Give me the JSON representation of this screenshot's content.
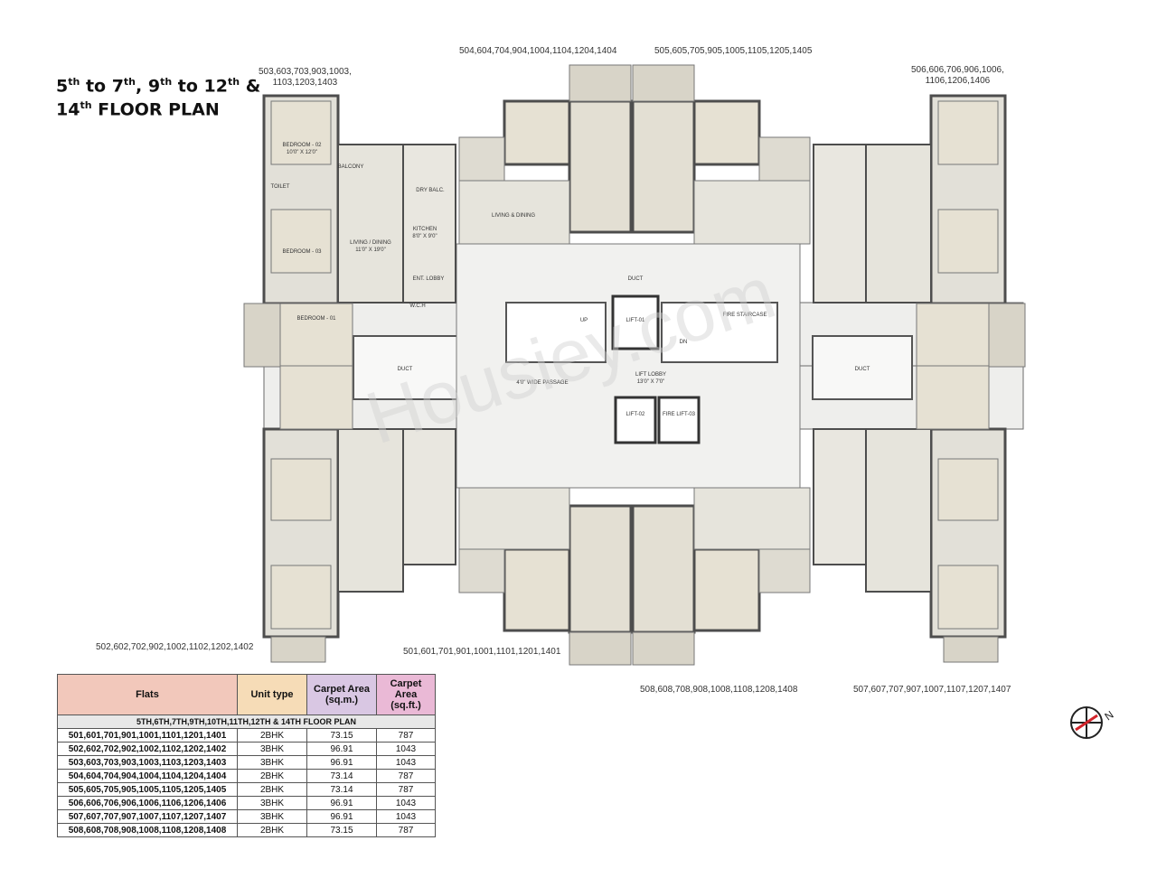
{
  "title": {
    "line1_a": "5",
    "sup1": "th",
    "line1_b": " to 7",
    "sup2": "th",
    "line1_c": ", 9",
    "sup3": "th",
    "line1_d": " to 12",
    "sup4": "th",
    "line1_e": " &",
    "line2_a": "14",
    "sup5": "th",
    "line2_b": " FLOOR PLAN"
  },
  "unit_labels": {
    "u503_l1": "503,603,703,903,1003,",
    "u503_l2": "1103,1203,1403",
    "u504": "504,604,704,904,1004,1104,1204,1404",
    "u505": "505,605,705,905,1005,1105,1205,1405",
    "u506_l1": "506,606,706,906,1006,",
    "u506_l2": "1106,1206,1406",
    "u502": "502,602,702,902,1002,1102,1202,1402",
    "u501": "501,601,701,901,1001,1101,1201,1401",
    "u508": "508,608,708,908,1008,1108,1208,1408",
    "u507": "507,607,707,907,1007,1107,1207,1407"
  },
  "rooms": {
    "bedroom_02": "BEDROOM - 02",
    "bedroom_01": "BEDROOM - 01",
    "bedroom_03": "BEDROOM - 03",
    "balcony": "BALCONY",
    "toilet": "TOILET",
    "kitchen": "KITCHEN",
    "living_dining": "LIVING / DINING",
    "living_and_dining": "LIVING & DINING",
    "dry_balc": "DRY BALC.",
    "ent_lobby": "ENT. LOBBY",
    "wch": "W.C.H",
    "duct": "DUCT",
    "lift_01": "LIFT-01",
    "lift_02": "LIFT-02",
    "fire_lift": "FIRE LIFT-03",
    "fire_staircase": "FIRE STAIRCASE",
    "lift_lobby": "LIFT LOBBY",
    "lift_lobby_dim": "13'0\" X 7'0\"",
    "passage": "4'0\" WIDE PASSAGE",
    "up": "UP",
    "dn": "DN",
    "dim_bed": "10'0\" X 12'0\"",
    "dim_liv": "11'0\" X 19'0\"",
    "dim_kit": "8'0\" X 9'0\""
  },
  "table": {
    "headers": {
      "flats": "Flats",
      "unit_type": "Unit type",
      "sqm_1": "Carpet Area",
      "sqm_2": "(sq.m.)",
      "sqft_1": "Carpet Area",
      "sqft_2": "(sq.ft.)"
    },
    "section": "5TH,6TH,7TH,9TH,10TH,11TH,12TH & 14TH FLOOR PLAN",
    "rows": [
      {
        "flats": "501,601,701,901,1001,1101,1201,1401",
        "type": "2BHK",
        "sqm": "73.15",
        "sqft": "787"
      },
      {
        "flats": "502,602,702,902,1002,1102,1202,1402",
        "type": "3BHK",
        "sqm": "96.91",
        "sqft": "1043"
      },
      {
        "flats": "503,603,703,903,1003,1103,1203,1403",
        "type": "3BHK",
        "sqm": "96.91",
        "sqft": "1043"
      },
      {
        "flats": "504,604,704,904,1004,1104,1204,1404",
        "type": "2BHK",
        "sqm": "73.14",
        "sqft": "787"
      },
      {
        "flats": "505,605,705,905,1005,1105,1205,1405",
        "type": "2BHK",
        "sqm": "73.14",
        "sqft": "787"
      },
      {
        "flats": "506,606,706,906,1006,1106,1206,1406",
        "type": "3BHK",
        "sqm": "96.91",
        "sqft": "1043"
      },
      {
        "flats": "507,607,707,907,1007,1107,1207,1407",
        "type": "3BHK",
        "sqm": "96.91",
        "sqft": "1043"
      },
      {
        "flats": "508,608,708,908,1008,1108,1208,1408",
        "type": "2BHK",
        "sqm": "73.15",
        "sqft": "787"
      }
    ]
  },
  "watermark": "Housiey.com",
  "colors": {
    "room_fill": "#e6e4dc",
    "bedroom_fill": "#e3dfd3",
    "core_fill": "#f0f0ee",
    "wall": "#5a5a5a",
    "table_border": "#555555"
  }
}
